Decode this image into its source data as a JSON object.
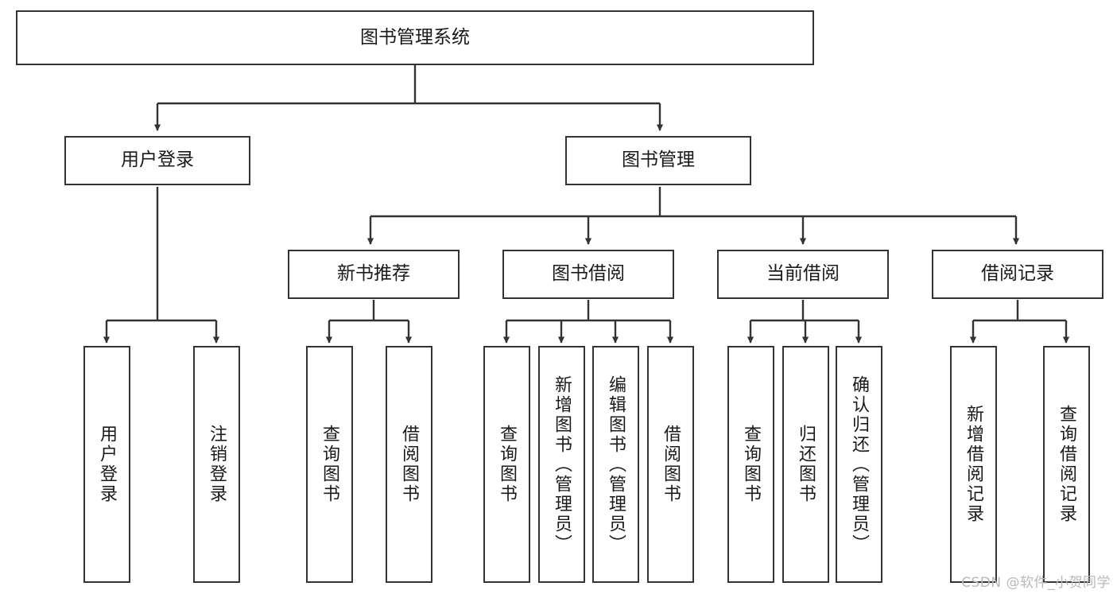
{
  "diagram": {
    "title": "图书管理系统",
    "type": "tree",
    "orientation": "top-down",
    "colors": {
      "box_border": "#333333",
      "box_fill": "#ffffff",
      "edge": "#333333",
      "text": "#1a1a1a",
      "watermark": "#b9b9b9",
      "canvas": "#ffffff"
    },
    "nodes": {
      "root": {
        "label": "图书管理系统"
      },
      "level2": [
        {
          "id": "user-login",
          "label": "用户登录"
        },
        {
          "id": "book-manage",
          "label": "图书管理"
        }
      ],
      "level3": [
        {
          "id": "new-book-rec",
          "label": "新书推荐"
        },
        {
          "id": "book-borrow",
          "label": "图书借阅"
        },
        {
          "id": "current-borrow",
          "label": "当前借阅"
        },
        {
          "id": "borrow-record",
          "label": "借阅记录"
        }
      ],
      "leaves": {
        "user-login": [
          {
            "id": "leaf-user-login",
            "label": "用户登录"
          },
          {
            "id": "leaf-logout",
            "label": "注销登录"
          }
        ],
        "new-book-rec": [
          {
            "id": "leaf-query-book-1",
            "label": "查询图书"
          },
          {
            "id": "leaf-borrow-book-1",
            "label": "借阅图书"
          }
        ],
        "book-borrow": [
          {
            "id": "leaf-query-book-2",
            "label": "查询图书"
          },
          {
            "id": "leaf-add-book",
            "label": "新增图书（管理员）"
          },
          {
            "id": "leaf-edit-book",
            "label": "编辑图书（管理员）"
          },
          {
            "id": "leaf-borrow-book-2",
            "label": "借阅图书"
          }
        ],
        "current-borrow": [
          {
            "id": "leaf-query-book-3",
            "label": "查询图书"
          },
          {
            "id": "leaf-return-book",
            "label": "归还图书"
          },
          {
            "id": "leaf-confirm-return",
            "label": "确认归还（管理员）"
          }
        ],
        "borrow-record": [
          {
            "id": "leaf-add-record",
            "label": "新增借阅记录"
          },
          {
            "id": "leaf-query-record",
            "label": "查询借阅记录"
          }
        ]
      }
    },
    "watermark": "CSDN @软件_小贺同学"
  }
}
